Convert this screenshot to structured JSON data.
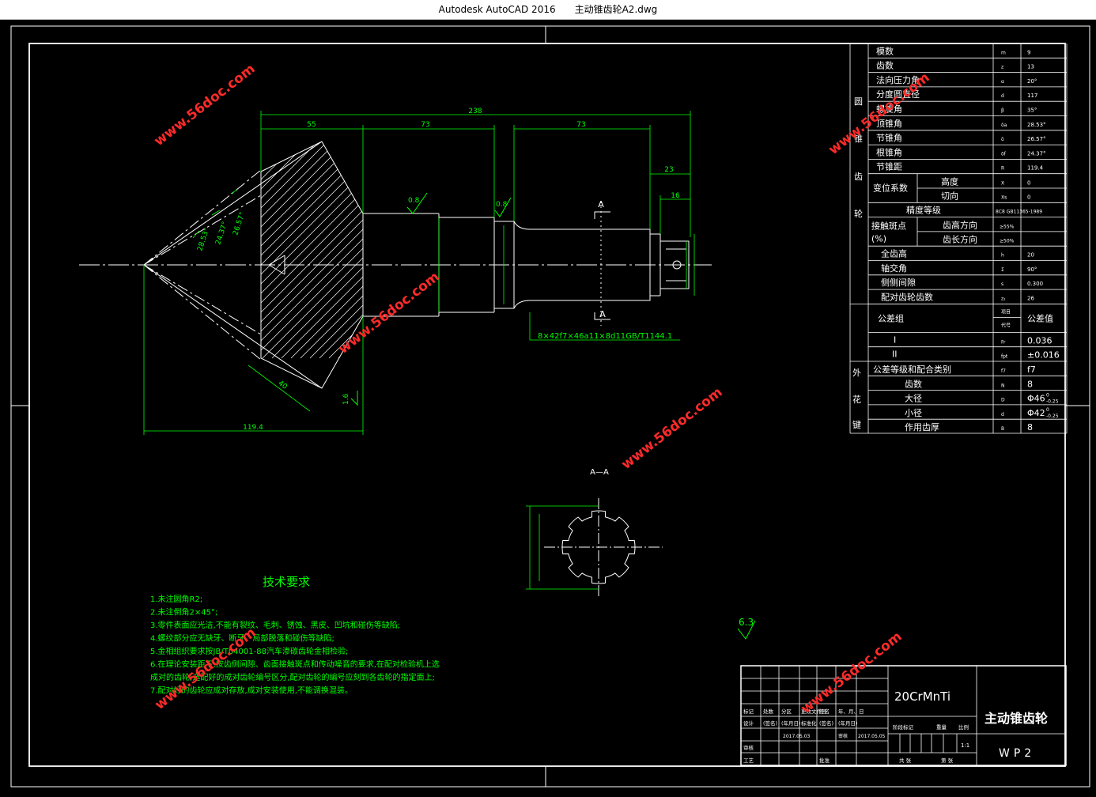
{
  "window": {
    "app": "Autodesk AutoCAD 2016",
    "file": "主动锥齿轮A2.dwg"
  },
  "colors": {
    "bg": "#000000",
    "line": "#ffffff",
    "dim": "#00ff00",
    "note": "#00ff00",
    "watermark": "#ff3333"
  },
  "watermark": "www.56doc.com",
  "gear_view": {
    "dims": {
      "overall": "238",
      "d55": "55",
      "d73a": "73",
      "d73b": "73",
      "d23": "23",
      "d16": "16",
      "d40": "40",
      "d119": "119.4"
    },
    "angles": {
      "a1": "26.57°",
      "a2": "24.37°",
      "a3": "28.53°"
    },
    "rough": {
      "r1": "0.8",
      "r2": "0.8",
      "r3": "1.6"
    },
    "section_mark": "A",
    "spline_note": "8×42f7×46a11×8d11GB/T1144.1"
  },
  "section_aa": {
    "label": "A—A"
  },
  "roughness_general": "6.3",
  "tech": {
    "title": "技术要求",
    "lines": [
      "1.未注圆角R2;",
      "2.未注倒角2×45°;",
      "3.零件表面应光洁,不能有裂纹、毛刺、锈蚀、黑皮、凹坑和碰伤等缺陷;",
      "4.螺纹部分应无缺牙、断牙、局部脱落和碰伤等缺陷;",
      "5.金相组织要求按JB/T04001-88汽车渗碳齿轮金相检验;",
      "6.在理论安装距下,按齿侧间隙、齿面接触斑点和传动噪音的要求,在配对检验机上选",
      "  成对的齿轮;选配好的成对齿轮编号区分,配对齿轮的编号应刻到各齿轮的指定面上;",
      "7.配对好的齿轮应成对存放,成对安装使用,不能调换混装。"
    ]
  },
  "params": {
    "side": {
      "gear": [
        "圆",
        "锥",
        "齿",
        "轮"
      ],
      "spline": [
        "外",
        "花",
        "键"
      ]
    },
    "rows": [
      {
        "name": "模数",
        "sym": "m",
        "val": "9"
      },
      {
        "name": "齿数",
        "sym": "z",
        "val": "13"
      },
      {
        "name": "法向压力角",
        "sym": "α",
        "val": "20°"
      },
      {
        "name": "分度圆直径",
        "sym": "d",
        "val": "117"
      },
      {
        "name": "螺旋角",
        "sym": "β",
        "val": "35°"
      },
      {
        "name": "顶锥角",
        "sym": "δa",
        "val": "28.53°"
      },
      {
        "name": "节锥角",
        "sym": "δ",
        "val": "26.57°"
      },
      {
        "name": "根锥角",
        "sym": "δf",
        "val": "24.37°"
      },
      {
        "name": "节锥距",
        "sym": "R",
        "val": "119.4"
      }
    ],
    "shift": {
      "name": "变位系数",
      "sub1": "高度",
      "sub2": "切向",
      "sym1": "X",
      "sym2": "Xs",
      "val1": "0",
      "val2": "0"
    },
    "precision": {
      "name": "精度等级",
      "val": "8C8 GB11365-1989"
    },
    "contact": {
      "name": "接触斑点",
      "unit": "(%)",
      "sub1": "齿高方向",
      "sub2": "齿长方向",
      "val1": "≥55%",
      "val2": "≥50%"
    },
    "rows2": [
      {
        "name": "全齿高",
        "sym": "h",
        "val": "20"
      },
      {
        "name": "轴交角",
        "sym": "Σ",
        "val": "90°"
      },
      {
        "name": "侧侧间隙",
        "sym": "s",
        "val": "0.300"
      },
      {
        "name": "配对齿轮齿数",
        "sym": "z₂",
        "val": "26"
      }
    ],
    "tol": {
      "name": "公差组",
      "item": "项目",
      "code": "代号",
      "val": "公差值",
      "r1_name": "I",
      "r1_sym": "Fr",
      "r1_val": "0.036",
      "r2_name": "II",
      "r2_sym": "fpt",
      "r2_val": "±0.016"
    },
    "spline_rows": [
      {
        "name": "公差等级和配合类别",
        "sym": "f7",
        "val": "f7"
      },
      {
        "name": "齿数",
        "sym": "N",
        "val": "8"
      },
      {
        "name": "大径",
        "sym": "D",
        "val": "Φ46"
      },
      {
        "name": "小径",
        "sym": "d",
        "val": "Φ42"
      },
      {
        "name": "作用齿厚",
        "sym": "B",
        "val": "8"
      }
    ],
    "tol_sup": "0",
    "tol_sub": "-0.25"
  },
  "titleblock": {
    "material": "20CrMnTi",
    "name": "主动锥齿轮",
    "code": "WP2",
    "scale": "1:1",
    "heads": [
      "标记",
      "处数",
      "分区",
      "更改文件号",
      "签名",
      "年、月、日"
    ],
    "r2": [
      "设计",
      "(签名)",
      "(年月日)",
      "标准化",
      "(签名)",
      "(年月日)"
    ],
    "r3_date": "2017.05.03",
    "r3_b": "审核",
    "r3_date2": "2017.05.05",
    "r4": "审核",
    "r5a": "工艺",
    "r5b": "批准",
    "stage": [
      "阶段标记",
      "重量",
      "比例"
    ],
    "sheets": "共 张",
    "sheet": "第 张"
  }
}
